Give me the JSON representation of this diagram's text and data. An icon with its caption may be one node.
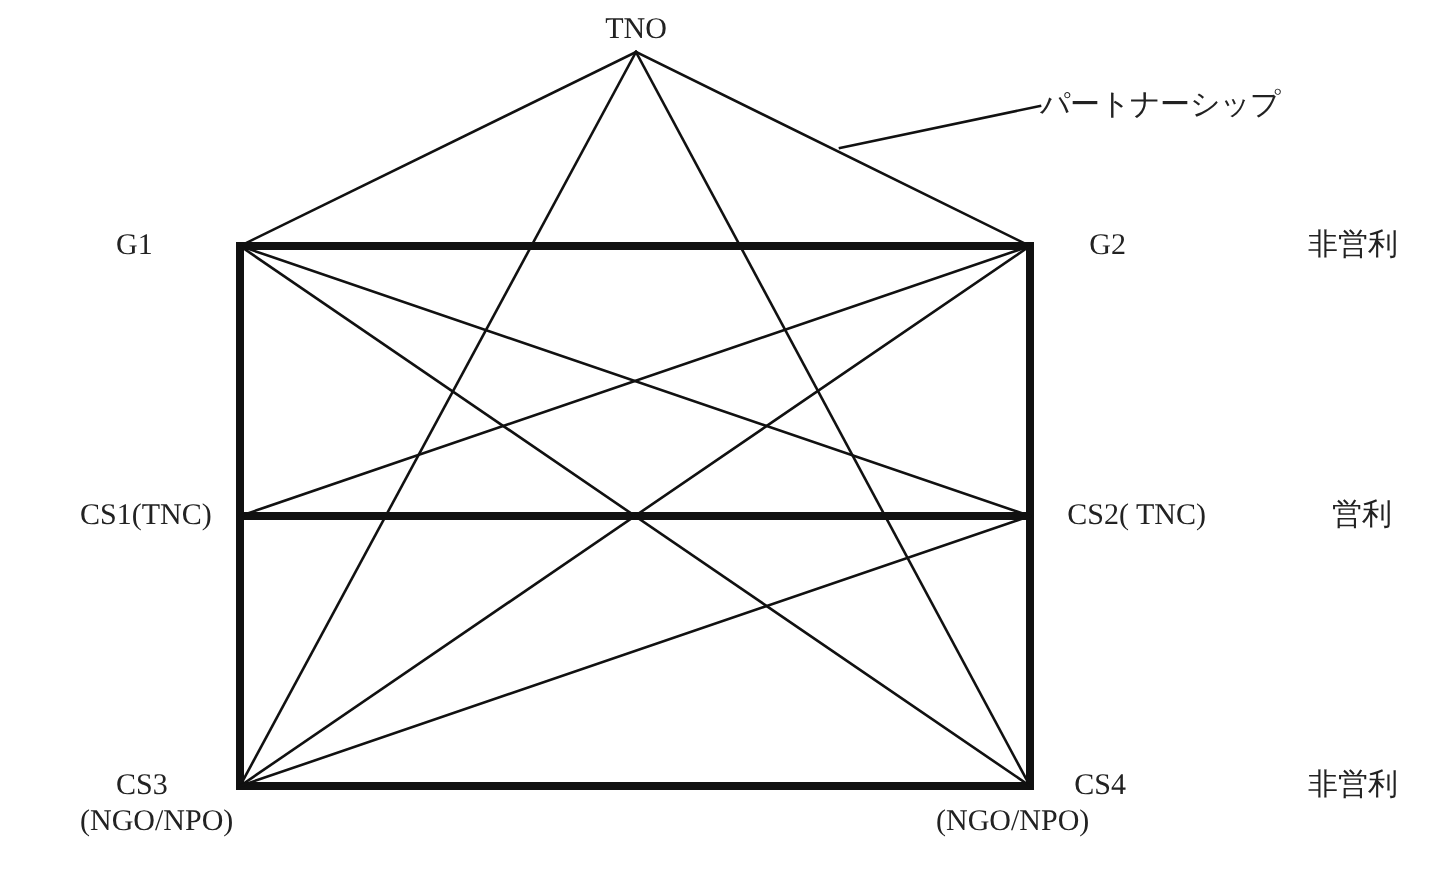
{
  "diagram": {
    "nodes": [
      {
        "text": [
          "TNO"
        ]
      },
      {
        "text": [
          "パートナーシップ"
        ]
      },
      {
        "text": [
          "G1"
        ]
      },
      {
        "text": [
          "G2"
        ]
      },
      {
        "text": [
          "CS1(TNC)"
        ]
      },
      {
        "text": [
          "CS2( TNC)"
        ]
      },
      {
        "text": [
          "CS3"
        ],
        "beside": [
          "(NGO/NPO)"
        ]
      },
      {
        "text": [
          "CS4"
        ],
        "beside": [
          "(NGO/NPO)"
        ]
      }
    ],
    "edges": [
      {
        "from": 0,
        "to": 2,
        "arrow": "none"
      },
      {
        "from": 0,
        "to": 3,
        "arrow": "none"
      },
      {
        "from": 0,
        "to": 6,
        "arrow": "none"
      },
      {
        "from": 0,
        "to": 7,
        "arrow": "none"
      },
      {
        "from": 2,
        "to": 3,
        "arrow": "none",
        "style": "thick"
      },
      {
        "from": 2,
        "to": 4,
        "arrow": "none",
        "style": "thick"
      },
      {
        "from": 4,
        "to": 6,
        "arrow": "none",
        "style": "thick"
      },
      {
        "from": 3,
        "to": 5,
        "arrow": "none",
        "style": "thick"
      },
      {
        "from": 5,
        "to": 7,
        "arrow": "none",
        "style": "thick"
      },
      {
        "from": 4,
        "to": 5,
        "arrow": "none",
        "style": "thick"
      },
      {
        "from": 6,
        "to": 7,
        "arrow": "none",
        "style": "thick"
      },
      {
        "from": 2,
        "to": 5,
        "arrow": "none"
      },
      {
        "from": 2,
        "to": 7,
        "arrow": "none"
      },
      {
        "from": 3,
        "to": 4,
        "arrow": "none"
      },
      {
        "from": 3,
        "to": 6,
        "arrow": "none"
      },
      {
        "from": 6,
        "to": 5,
        "arrow": "none"
      },
      {
        "from": 1,
        "to": null,
        "arrow": "none"
      }
    ],
    "labels": [
      "非営利",
      "営利",
      "非営利"
    ]
  }
}
